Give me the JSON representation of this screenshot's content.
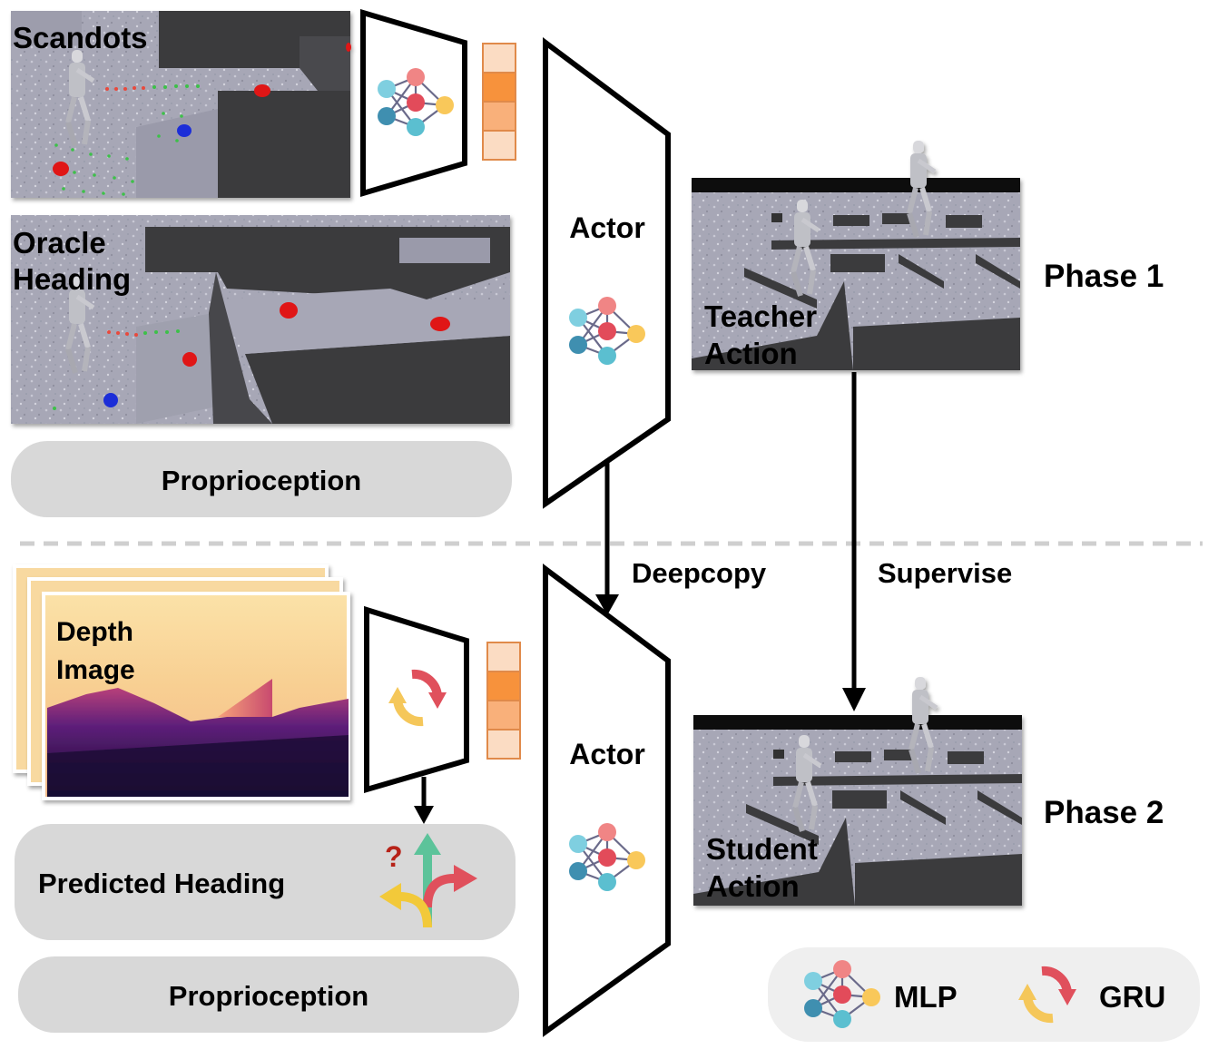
{
  "scandots_label": "Scandots",
  "oracle_label_line1": "Oracle",
  "oracle_label_line2": "Heading",
  "proprioception_top": "Proprioception",
  "actor_top": "Actor",
  "teacher_line1": "Teacher",
  "teacher_line2": "Action",
  "phase1": "Phase 1",
  "deepcopy": "Deepcopy",
  "supervise": "Supervise",
  "depth_line1": "Depth",
  "depth_line2": "Image",
  "predicted_heading": "Predicted Heading",
  "heading_question": "?",
  "proprioception_bottom": "Proprioception",
  "actor_bottom": "Actor",
  "student_line1": "Student",
  "student_line2": "Action",
  "phase2": "Phase 2",
  "legend": {
    "mlp": "MLP",
    "gru": "GRU"
  },
  "colors": {
    "terrain_floor": "#a7a7b6",
    "terrain_wall": "#3b3b3e",
    "scandot_red": "#e01414",
    "scandot_blue": "#1c2ed8",
    "pill_gray": "#d8d8d8",
    "feature_light": "#fbdcc3",
    "feature_orange": "#f7923c",
    "feature_mid": "#f9b07a",
    "nn_pink": "#f08585",
    "nn_teal": "#5bbfd0",
    "nn_orange": "#f9c85a",
    "nn_red": "#e24b5a",
    "gru_red": "#e0505c",
    "gru_yellow": "#f5c75a",
    "arrow_green": "#5cc39a",
    "arrow_red": "#e0505c",
    "arrow_yellow": "#f2c93a"
  },
  "icons": [
    "mlp-network-icon",
    "gru-cycle-icon",
    "multi-direction-arrow-icon",
    "down-arrow-icon"
  ]
}
